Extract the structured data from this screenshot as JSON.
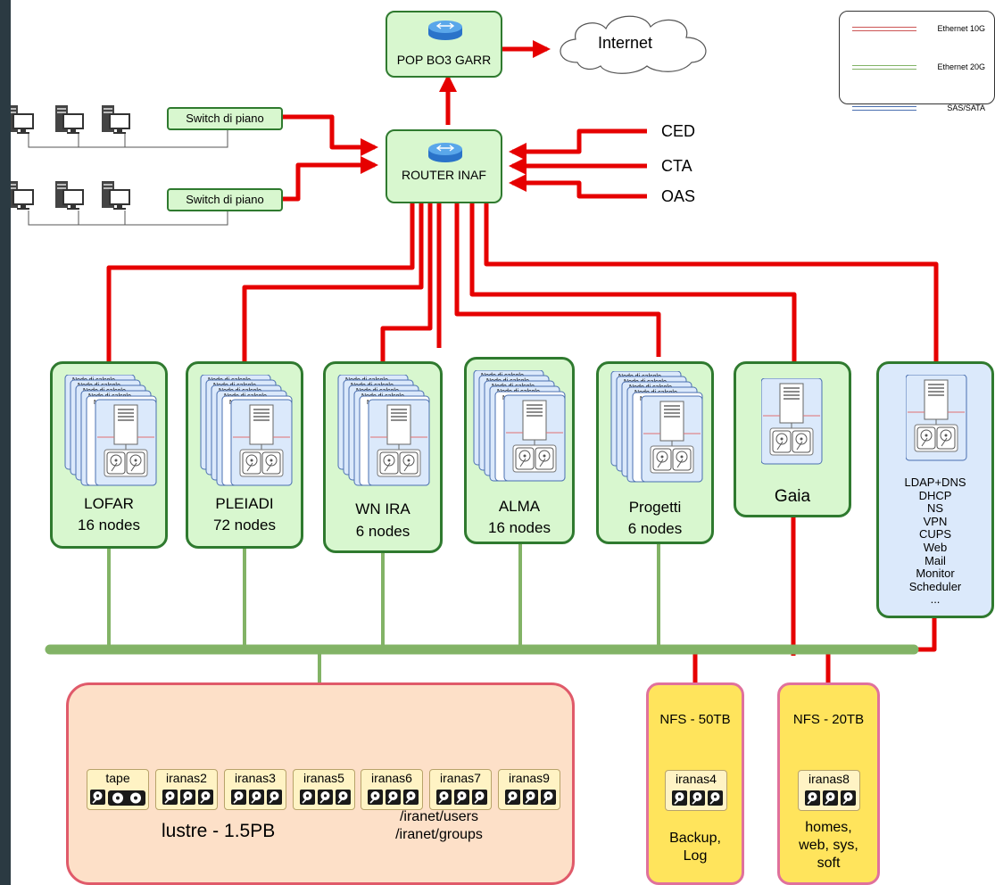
{
  "top": {
    "internet": "Internet",
    "pop_router": "POP BO3 GARR",
    "inaf_router": "ROUTER INAF"
  },
  "switches": [
    "Switch di piano",
    "Switch di piano"
  ],
  "external": [
    "CED",
    "CTA",
    "OAS"
  ],
  "legend": [
    "Ethernet 10G",
    "Ethernet 20G",
    "SAS/SATA"
  ],
  "legend_colors": {
    "ethernet_10g": "#e60000",
    "ethernet_20g": "#82b366",
    "sas_sata": "#4a6fb0"
  },
  "node_label": "Nodo di calcolo",
  "clusters": [
    {
      "name": "LOFAR",
      "nodes": "16 nodes"
    },
    {
      "name": "PLEIADI",
      "nodes": "72 nodes"
    },
    {
      "name": "WN IRA",
      "nodes": "6 nodes"
    },
    {
      "name": "ALMA",
      "nodes": "16 nodes"
    },
    {
      "name": "Progetti",
      "nodes": "6 nodes"
    }
  ],
  "gaia": {
    "name": "Gaia"
  },
  "services": [
    "LDAP+DNS",
    "DHCP",
    "NS",
    "VPN",
    "CUPS",
    "Web",
    "Mail",
    "Monitor",
    "Scheduler",
    "..."
  ],
  "lustre": {
    "label": "lustre - 1.5PB",
    "paths": [
      "/iranet/users",
      "/iranet/groups"
    ],
    "units": [
      "tape",
      "iranas2",
      "iranas3",
      "iranas5",
      "iranas6",
      "iranas7",
      "iranas9"
    ]
  },
  "nfs": [
    {
      "title": "NFS - 50TB",
      "unit": "iranas4",
      "usage": [
        "Backup,",
        "Log"
      ]
    },
    {
      "title": "NFS - 20TB",
      "unit": "iranas8",
      "usage": [
        "homes,",
        "web, sys,",
        "soft"
      ]
    }
  ]
}
